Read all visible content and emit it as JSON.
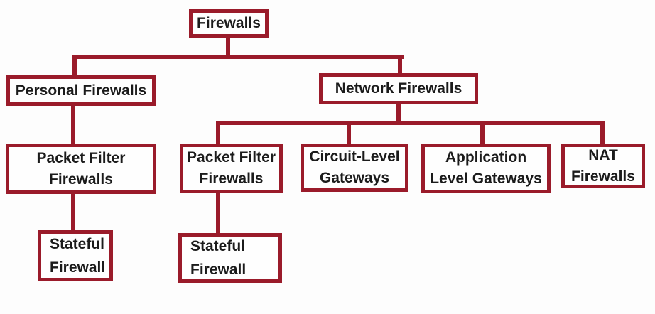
{
  "diagram": {
    "type": "hierarchy-tree",
    "topic": "Firewalls classification",
    "colors": {
      "box_border": "#9a1b2a",
      "connector": "#9a1b2a",
      "box_fill": "#fefefe",
      "text": "#1b1b1b",
      "background": "#fdfdfd"
    }
  },
  "nodes": {
    "firewalls": {
      "line1": "Firewalls"
    },
    "personal": {
      "line1": "Personal Firewalls"
    },
    "network": {
      "line1": "Network Firewalls"
    },
    "packet_left": {
      "line1": "Packet Filter",
      "line2": "Firewalls"
    },
    "packet_right": {
      "line1": "Packet Filter",
      "line2": "Firewalls"
    },
    "circuit": {
      "line1": "Circuit-Level",
      "line2": "Gateways"
    },
    "application": {
      "line1": "Application",
      "line2": "Level Gateways"
    },
    "nat": {
      "line1": "NAT",
      "line2": "Firewalls"
    },
    "stateful_left": {
      "line1": "Stateful",
      "line2": "Firewall"
    },
    "stateful_right": {
      "line1": "Stateful",
      "line2": "Firewall"
    }
  },
  "edges": [
    {
      "from": "Firewalls",
      "to": "Personal Firewalls"
    },
    {
      "from": "Firewalls",
      "to": "Network Firewalls"
    },
    {
      "from": "Personal Firewalls",
      "to": "Packet Filter Firewalls"
    },
    {
      "from": "Packet Filter Firewalls (personal)",
      "to": "Stateful Firewall"
    },
    {
      "from": "Network Firewalls",
      "to": "Packet Filter Firewalls"
    },
    {
      "from": "Network Firewalls",
      "to": "Circuit-Level Gateways"
    },
    {
      "from": "Network Firewalls",
      "to": "Application Level Gateways"
    },
    {
      "from": "Network Firewalls",
      "to": "NAT Firewalls"
    },
    {
      "from": "Packet Filter Firewalls (network)",
      "to": "Stateful Firewall"
    }
  ]
}
